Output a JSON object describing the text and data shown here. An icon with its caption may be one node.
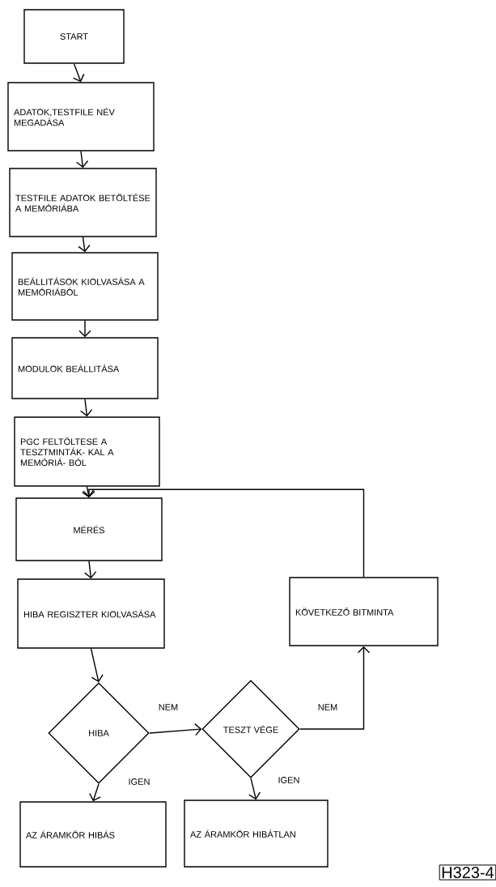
{
  "diagram": {
    "nodes": [
      {
        "text": [
          "START"
        ]
      },
      {
        "text": [
          "ADATOK,TESTFILE NÉV MEGADÁSA"
        ]
      },
      {
        "text": [
          "TESTFILE ADATOK BETÖLTÉSE A MEMÓRIÁBA"
        ]
      },
      {
        "text": [
          "BEÁLLITÁSOK KIOLVASÁSA A MEMÓRIÁBÓL"
        ]
      },
      {
        "text": [
          "MODULOK BEÁLLITÁSA"
        ]
      },
      {
        "text": [
          "PGC FELTÖLTESE A TESZTMINTÁK- KAL A MEMÓRIÁ- BÓL"
        ]
      },
      {
        "text": [
          "MÉRÉS"
        ]
      },
      {
        "text": [
          "HIBA REGISZTER KIOLVASÁSA"
        ]
      },
      {
        "text": [
          "HIBA"
        ]
      },
      {
        "text": [
          "TESZT VÉGE"
        ]
      },
      {
        "text": [
          "KÖVETKEZŐ BITMINTA"
        ]
      },
      {
        "text": [
          "AZ ÁRAMKÖR HIBÁS"
        ]
      },
      {
        "text": [
          "AZ ÁRAMKÖR HIBÁTLAN"
        ]
      }
    ],
    "edges": [
      {
        "from": 0,
        "to": 1,
        "arrow": "to"
      },
      {
        "from": 1,
        "to": 2,
        "arrow": "to"
      },
      {
        "from": 2,
        "to": 3,
        "arrow": "to"
      },
      {
        "from": 3,
        "to": 4,
        "arrow": "to"
      },
      {
        "from": 4,
        "to": 5,
        "arrow": "to"
      },
      {
        "from": 5,
        "to": 6,
        "arrow": "to"
      },
      {
        "from": 6,
        "to": 7,
        "arrow": "to"
      },
      {
        "from": 7,
        "to": 8,
        "arrow": "to"
      },
      {
        "from": 8,
        "to": 9,
        "arrow": "to",
        "label": "NEM"
      },
      {
        "from": 8,
        "to": 11,
        "arrow": "to",
        "label": "IGEN"
      },
      {
        "from": 9,
        "to": 10,
        "arrow": "to",
        "label": "NEM"
      },
      {
        "from": 9,
        "to": 12,
        "arrow": "to",
        "label": "IGEN"
      },
      {
        "from": 10,
        "to": 6,
        "arrow": "to"
      }
    ],
    "labels": [
      "H323-4"
    ]
  }
}
